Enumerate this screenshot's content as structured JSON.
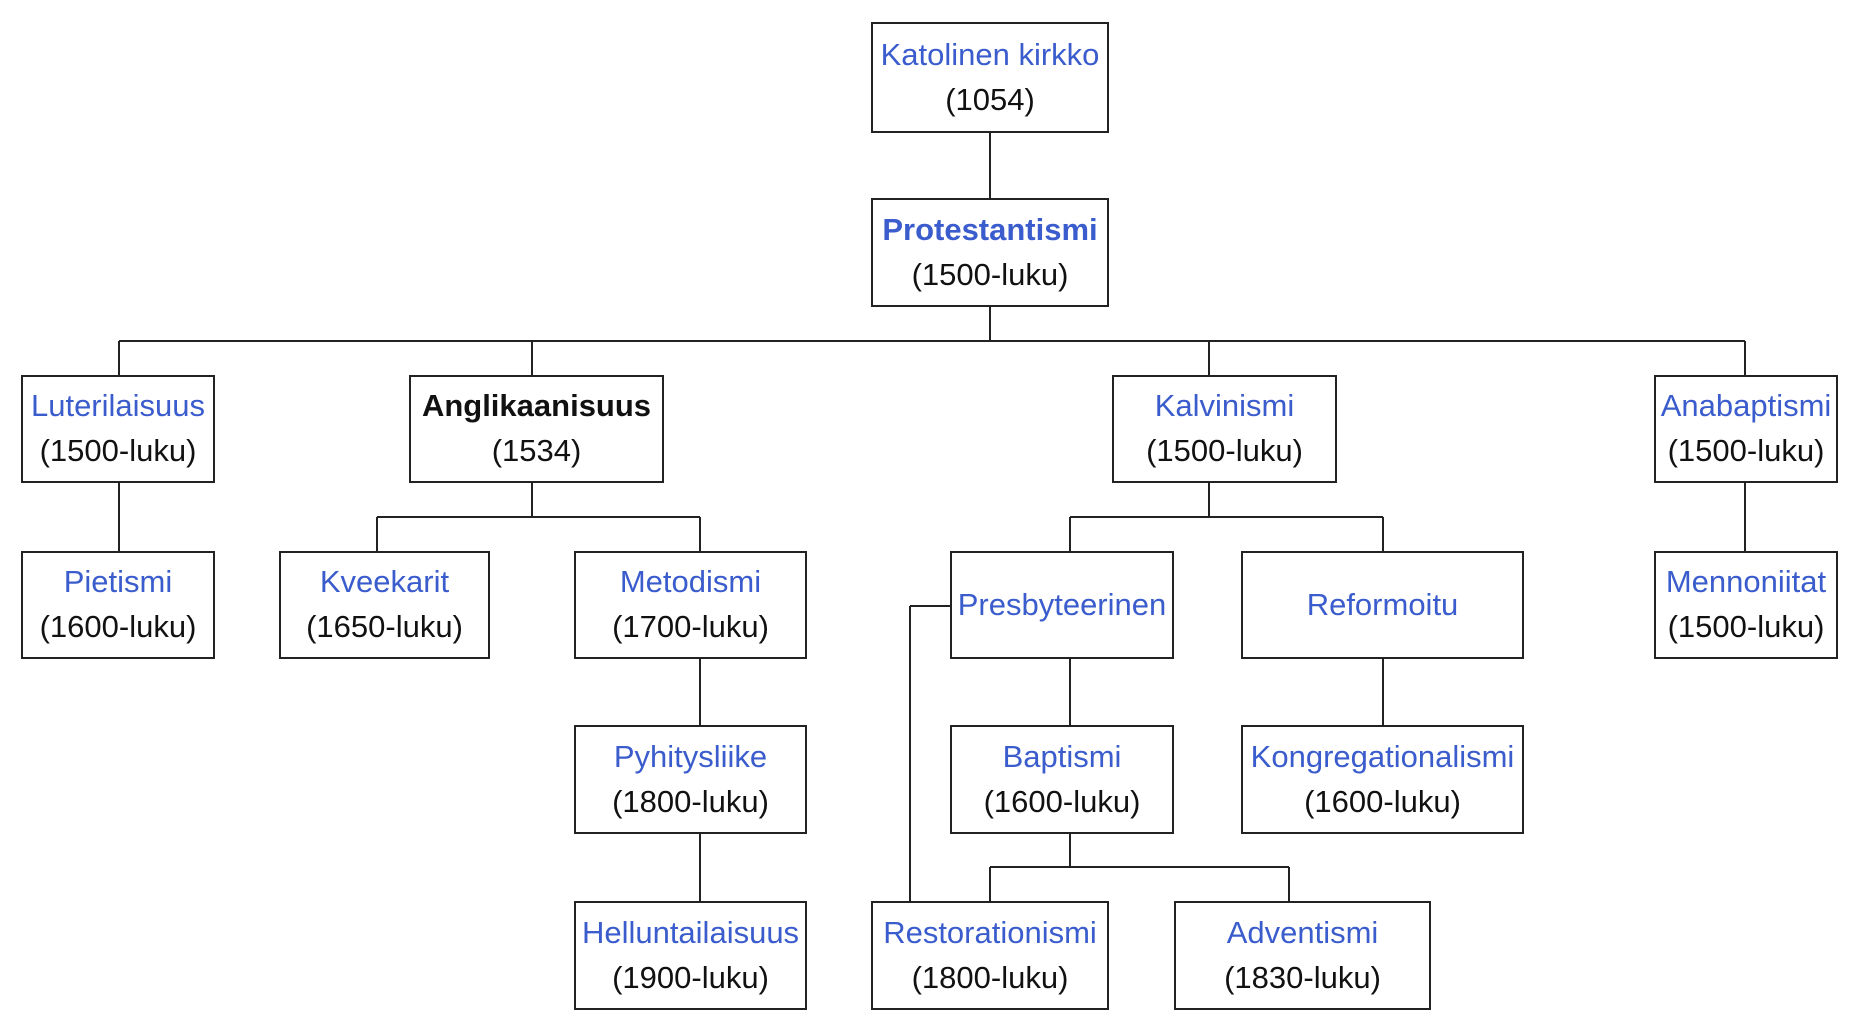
{
  "nodes": {
    "katolinen": {
      "label": "Katolinen kirkko",
      "year": "(1054)"
    },
    "protestantismi": {
      "label": "Protestantismi",
      "year": "(1500-luku)"
    },
    "luterilaisuus": {
      "label": "Luterilaisuus",
      "year": "(1500-luku)"
    },
    "anglikaanisuus": {
      "label": "Anglikaanisuus",
      "year": "(1534)"
    },
    "kalvinismi": {
      "label": "Kalvinismi",
      "year": "(1500-luku)"
    },
    "anabaptismi": {
      "label": "Anabaptismi",
      "year": "(1500-luku)"
    },
    "pietismi": {
      "label": "Pietismi",
      "year": "(1600-luku)"
    },
    "kveekarit": {
      "label": "Kveekarit",
      "year": "(1650-luku)"
    },
    "metodismi": {
      "label": "Metodismi",
      "year": "(1700-luku)"
    },
    "presbyteerinen": {
      "label": "Presbyteerinen"
    },
    "reformoitu": {
      "label": "Reformoitu"
    },
    "mennoniitat": {
      "label": "Mennoniitat",
      "year": "(1500-luku)"
    },
    "pyhitysliike": {
      "label": "Pyhitysliike",
      "year": "(1800-luku)"
    },
    "baptismi": {
      "label": "Baptismi",
      "year": "(1600-luku)"
    },
    "kongregationalismi": {
      "label": "Kongregationalismi",
      "year": "(1600-luku)"
    },
    "helluntailaisuus": {
      "label": "Helluntailaisuus",
      "year": "(1900-luku)"
    },
    "restorationismi": {
      "label": "Restorationismi",
      "year": "(1800-luku)"
    },
    "adventismi": {
      "label": "Adventismi",
      "year": "(1830-luku)"
    }
  },
  "edges": [
    [
      "katolinen",
      "protestantismi"
    ],
    [
      "protestantismi",
      "luterilaisuus"
    ],
    [
      "protestantismi",
      "anglikaanisuus"
    ],
    [
      "protestantismi",
      "kalvinismi"
    ],
    [
      "protestantismi",
      "anabaptismi"
    ],
    [
      "luterilaisuus",
      "pietismi"
    ],
    [
      "anglikaanisuus",
      "kveekarit"
    ],
    [
      "anglikaanisuus",
      "metodismi"
    ],
    [
      "kalvinismi",
      "presbyteerinen"
    ],
    [
      "kalvinismi",
      "reformoitu"
    ],
    [
      "anabaptismi",
      "mennoniitat"
    ],
    [
      "metodismi",
      "pyhitysliike"
    ],
    [
      "pyhitysliike",
      "helluntailaisuus"
    ],
    [
      "presbyteerinen",
      "baptismi"
    ],
    [
      "reformoitu",
      "kongregationalismi"
    ],
    [
      "baptismi",
      "restorationismi"
    ],
    [
      "baptismi",
      "adventismi"
    ],
    [
      "presbyteerinen",
      "restorationismi"
    ]
  ]
}
